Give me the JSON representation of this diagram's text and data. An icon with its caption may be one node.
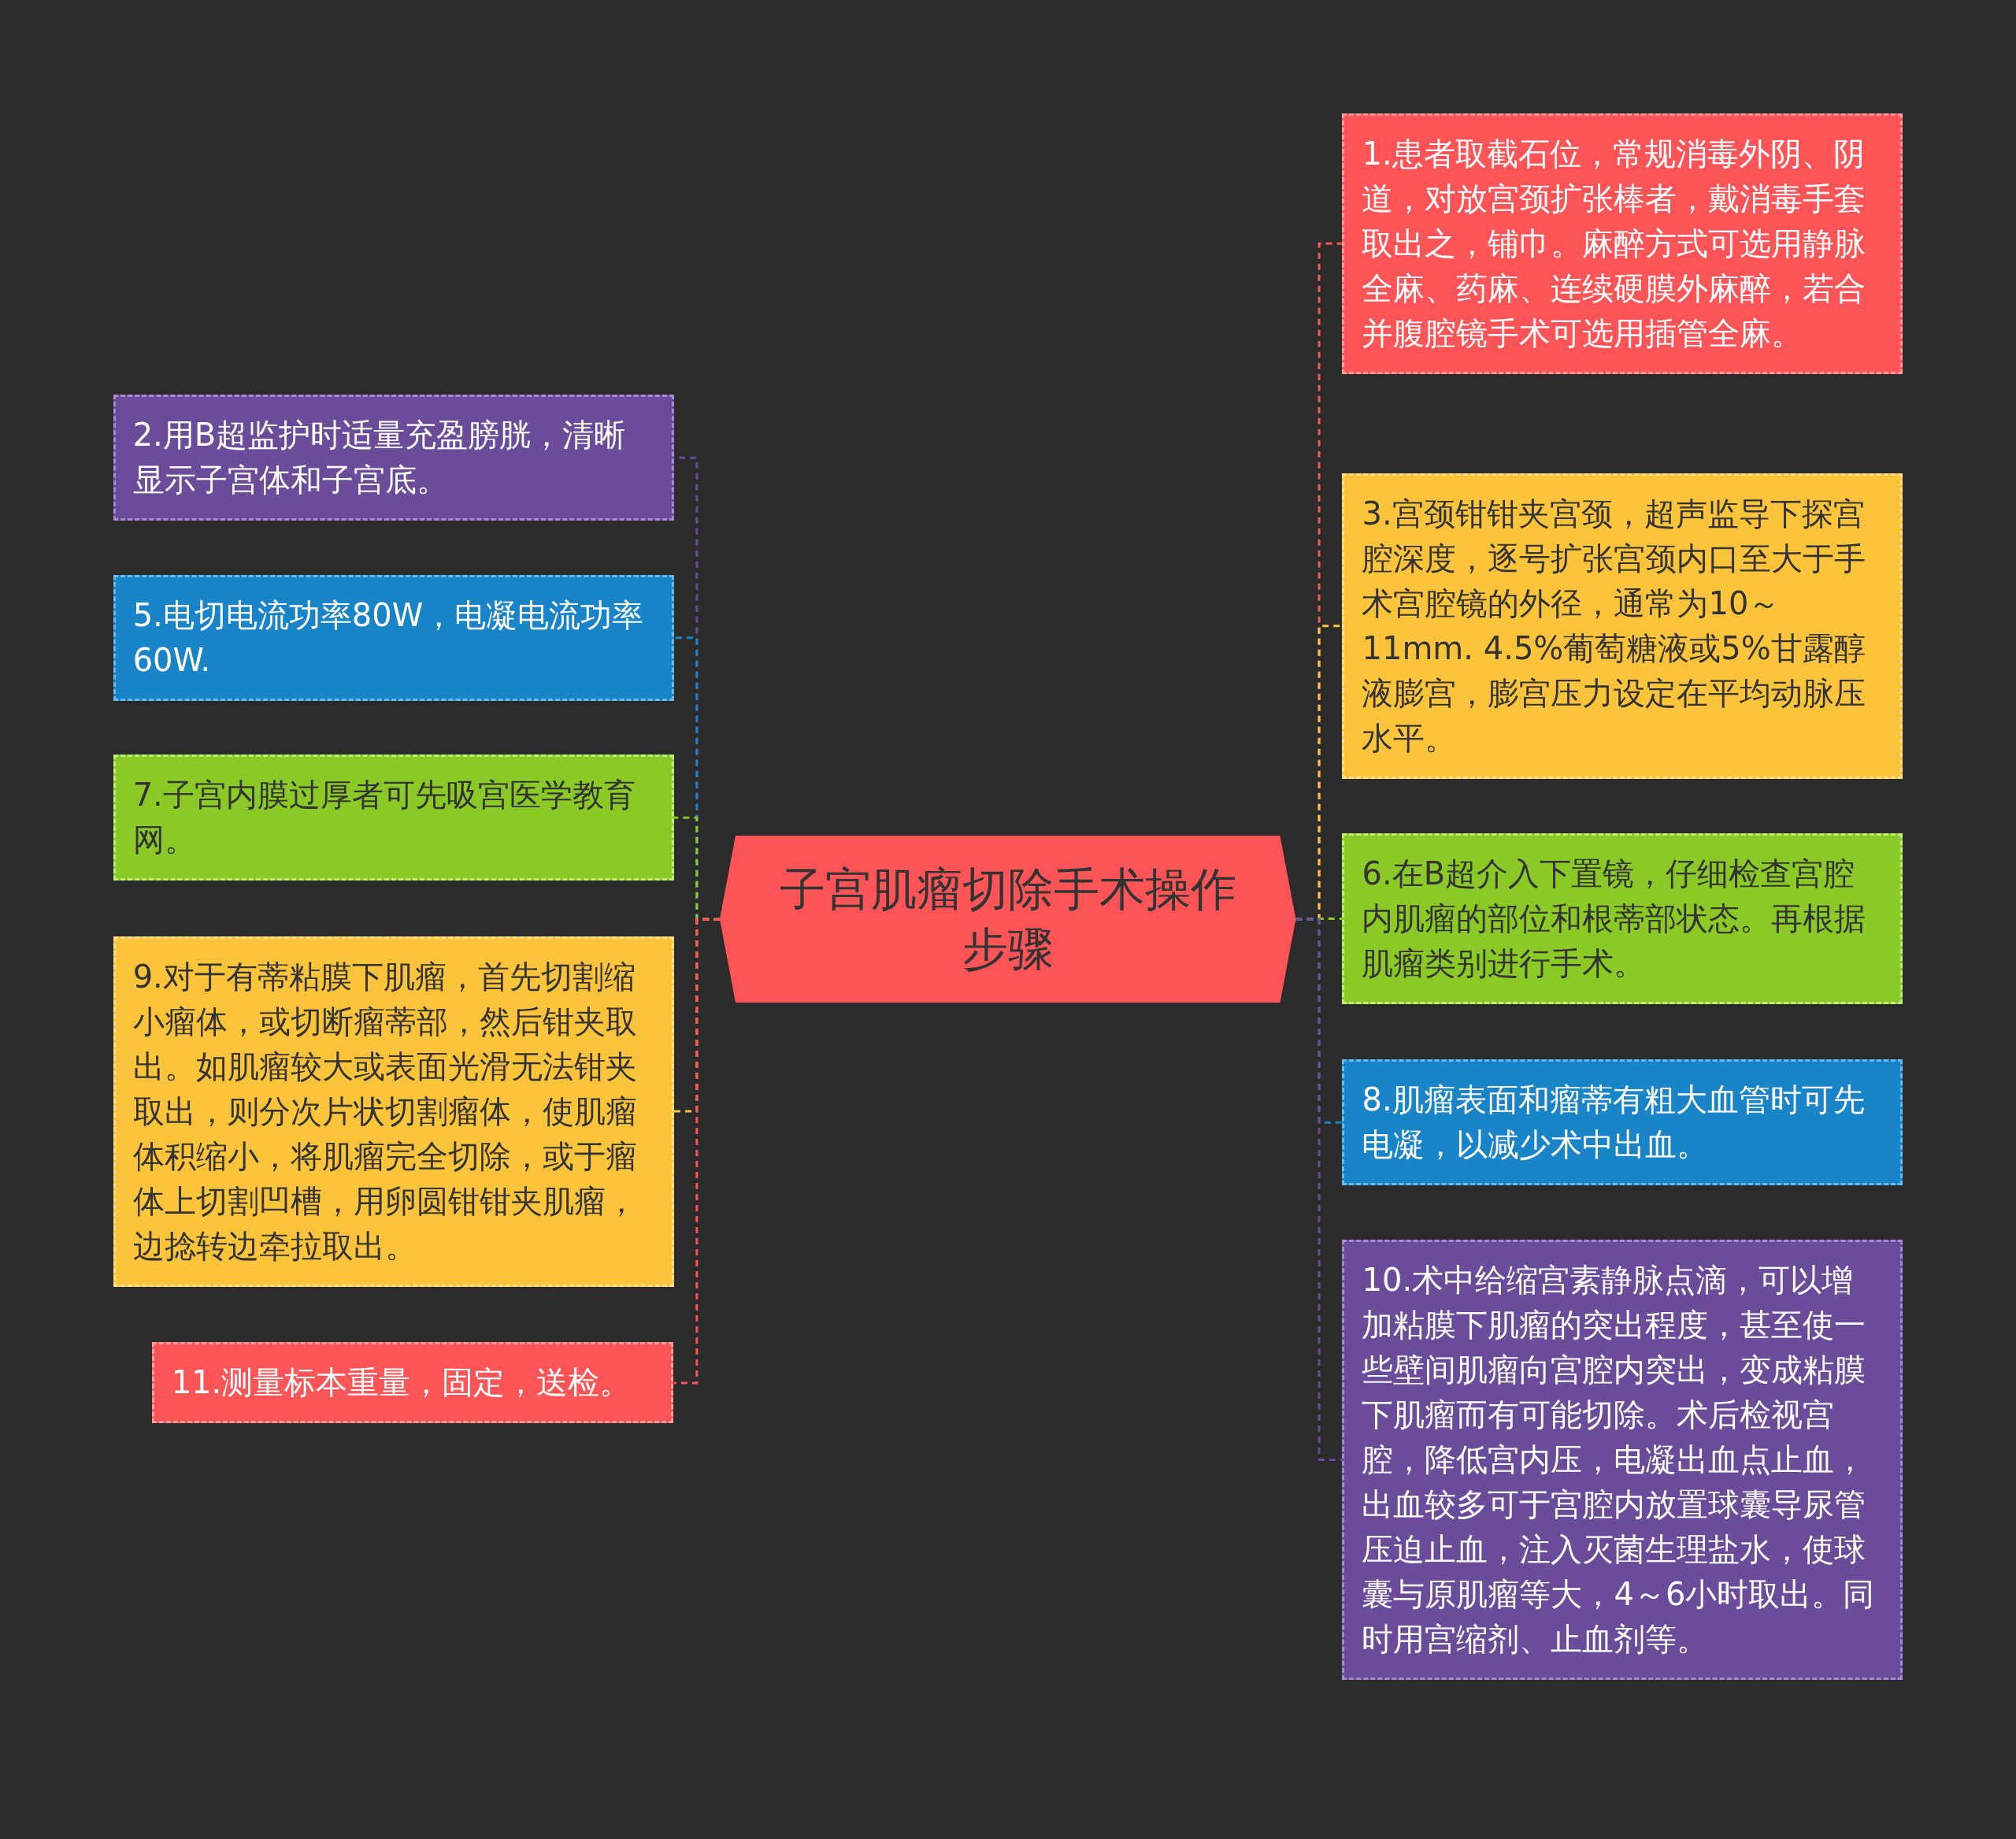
{
  "diagram": {
    "nodes": [
      {
        "text": [
          "子宫肌瘤切除手术操作步骤"
        ]
      },
      {
        "text": [
          "1.患者取截石位，常规消毒外阴、阴道，对放宫颈扩张棒者，戴消毒手套取出之，铺巾。麻醉方式可选用静脉全麻、药麻、连续硬膜外麻醉，若合并腹腔镜手术可选用插管全麻。"
        ]
      },
      {
        "text": [
          "2.用B超监护时适量充盈膀胱，清晰显示子宫体和子宫底。"
        ]
      },
      {
        "text": [
          "3.宫颈钳钳夹宫颈，超声监导下探宫腔深度，逐号扩张宫颈内口至大于手术宫腔镜的外径，通常为10～11mm. 4.5%葡萄糖液或5%甘露醇液膨宫，膨宫压力设定在平均动脉压水平。"
        ]
      },
      {
        "text": [
          "5.电切电流功率80W，电凝电流功率60W."
        ]
      },
      {
        "text": [
          "6.在B超介入下置镜，仔细检查宫腔内肌瘤的部位和根蒂部状态。再根据肌瘤类别进行手术。"
        ]
      },
      {
        "text": [
          "7.子宫内膜过厚者可先吸宫医学教育网。"
        ]
      },
      {
        "text": [
          "8.肌瘤表面和瘤蒂有粗大血管时可先电凝，以减少术中出血。"
        ]
      },
      {
        "text": [
          "9.对于有蒂粘膜下肌瘤，首先切割缩小瘤体，或切断瘤蒂部，然后钳夹取出。如肌瘤较大或表面光滑无法钳夹取出，则分次片状切割瘤体，使肌瘤体积缩小，将肌瘤完全切除，或于瘤体上切割凹槽，用卵圆钳钳夹肌瘤，边捻转边牵拉取出。"
        ]
      },
      {
        "text": [
          "10.术中给缩宫素静脉点滴，可以增加粘膜下肌瘤的突出程度，甚至使一些壁间肌瘤向宫腔内突出，变成粘膜下肌瘤而有可能切除。术后检视宫腔，降低宫内压，电凝出血点止血，出血较多可于宫腔内放置球囊导尿管压迫止血，注入灭菌生理盐水，使球囊与原肌瘤等大，4～6小时取出。同时用宫缩剂、止血剂等。"
        ]
      },
      {
        "text": [
          "11.测量标本重量，固定，送检。"
        ]
      }
    ],
    "edges": [
      {
        "from": 0,
        "to": 1,
        "arrow": "none",
        "style": "dashed",
        "color": "#fd5457"
      },
      {
        "from": 0,
        "to": 2,
        "arrow": "none",
        "style": "dashed",
        "color": "#6b4c9a"
      },
      {
        "from": 0,
        "to": 3,
        "arrow": "none",
        "style": "dashed",
        "color": "#fcc43a"
      },
      {
        "from": 0,
        "to": 4,
        "arrow": "none",
        "style": "dashed",
        "color": "#1a84c8"
      },
      {
        "from": 0,
        "to": 5,
        "arrow": "none",
        "style": "dashed",
        "color": "#8ac926"
      },
      {
        "from": 0,
        "to": 6,
        "arrow": "none",
        "style": "dashed",
        "color": "#8ac926"
      },
      {
        "from": 0,
        "to": 7,
        "arrow": "none",
        "style": "dashed",
        "color": "#1a84c8"
      },
      {
        "from": 0,
        "to": 8,
        "arrow": "none",
        "style": "dashed",
        "color": "#fcc43a"
      },
      {
        "from": 0,
        "to": 9,
        "arrow": "none",
        "style": "dashed",
        "color": "#6b4c9a"
      },
      {
        "from": 0,
        "to": 10,
        "arrow": "none",
        "style": "dashed",
        "color": "#fd5457"
      }
    ]
  }
}
